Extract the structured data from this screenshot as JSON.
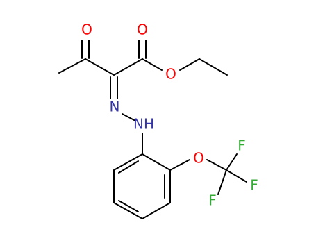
{
  "molecule": {
    "colors": {
      "bond": "#000000",
      "oxygen": "#ff0000",
      "nitrogen": "#3333aa",
      "fluorine": "#33aa33",
      "background": "#ffffff"
    },
    "atoms": {
      "O_ketone": "O",
      "O_ester_carbonyl": "O",
      "O_ester_ether": "O",
      "N_imine": "N",
      "NH_amine": "NH",
      "O_ether": "O",
      "F_top": "F",
      "F_right": "F",
      "F_bottom": "F"
    }
  }
}
